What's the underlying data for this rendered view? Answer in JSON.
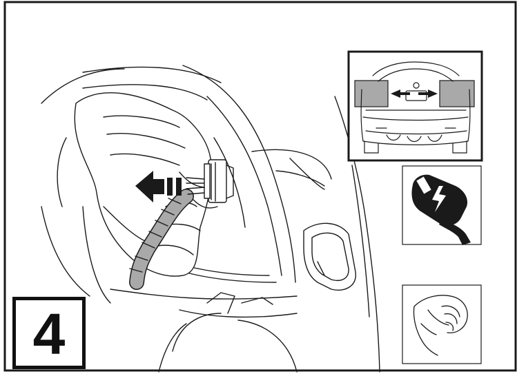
{
  "step": {
    "number": "4"
  },
  "colors": {
    "line": "#1a1a1a",
    "highlight_grey": "#a9a9a9",
    "dark_fill": "#1a1a1a",
    "background": "#ffffff"
  },
  "icons": {
    "main_illustration": "hand-unplugging-connector-inside-rear-panel",
    "pull_direction": "left-arrow-with-motion-bars",
    "inset_location": "car-rear-view-with-taillights-highlighted",
    "inset_electrical": "electrical-plug-lightning-icon",
    "inset_action": "hand-pinch-pull-icon"
  }
}
